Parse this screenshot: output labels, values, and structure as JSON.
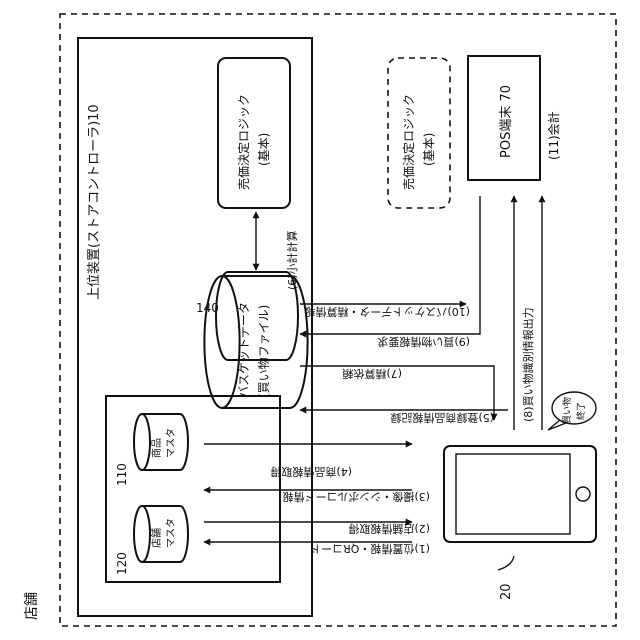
{
  "store": {
    "label": "店舗"
  },
  "upper_device": {
    "label": "上位装置(ストアコントローラ)10"
  },
  "pricing_logic_upper": {
    "line1": "売価決定ロジック",
    "line2": "(基本)"
  },
  "pricing_logic_dashed": {
    "line1": "売価決定ロジック",
    "line2": "(基本)"
  },
  "pos_terminal": {
    "label": "POS端末 70"
  },
  "basket": {
    "number": "140",
    "line1": "バスケットデータ",
    "line2": "(買い物ファイル)"
  },
  "masters_group": {
    "number_store": "120",
    "number_product": "110"
  },
  "store_master": {
    "line1": "店舗",
    "line2": "マスタ"
  },
  "product_master": {
    "line1": "商品",
    "line2": "マスタ"
  },
  "terminal": {
    "number": "20"
  },
  "shopping_done": {
    "line1": "買い物",
    "line2": "終了"
  },
  "flows": {
    "f1": "(1)位置情報・QRコード",
    "f2": "(2)店舗情報取得",
    "f3": "(3)撮像・シンボルコード情報",
    "f4": "(4)商品情報取得",
    "f5": "(5)登録商品情報記録",
    "f6": "(6)小計計算",
    "f7": "(7)精算依頼",
    "f8": "(8)買い物識別情報出力",
    "f9": "(9)買い物情報要求",
    "f10": "(10)バスケットデータ・精算情報",
    "f11": "(11)会計"
  }
}
